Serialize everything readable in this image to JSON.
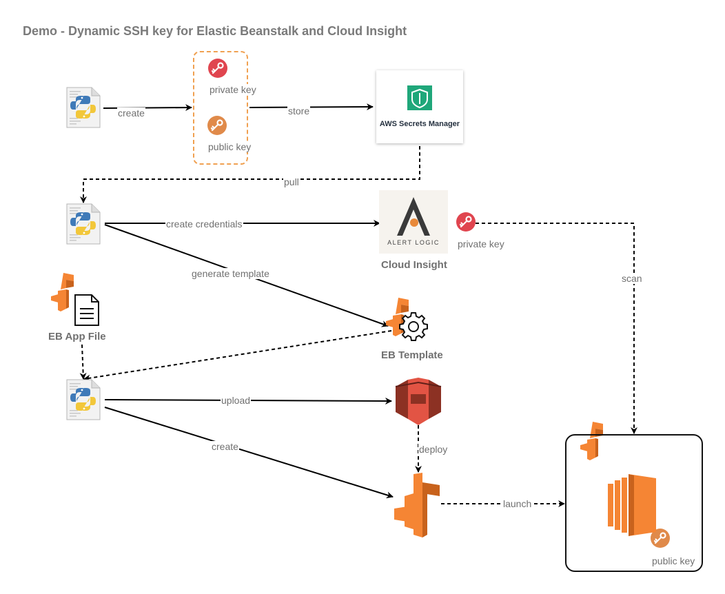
{
  "title": "Demo - Dynamic SSH key for Elastic Beanstalk and Cloud Insight",
  "nodes": {
    "private_key_top": "private key",
    "public_key_top": "public key",
    "secrets_manager": "AWS Secrets Manager",
    "cloud_insight": "Cloud Insight",
    "alert_logic": "ALERT LOGIC",
    "private_key_right": "private key",
    "eb_app_file": "EB App File",
    "eb_template": "EB Template",
    "public_key_ec2": "public key"
  },
  "edges": {
    "create_top": "create",
    "store": "store",
    "pull": "pull",
    "create_credentials": "create credentials",
    "generate_template": "generate template",
    "scan": "scan",
    "upload": "upload",
    "create_bottom": "create",
    "deploy": "deploy",
    "launch": "launch"
  },
  "colors": {
    "key_red": "#e0454f",
    "key_orange": "#e08a4a",
    "aws_orange": "#f58534",
    "s3_red": "#e25444",
    "secrets_green": "#1fa77a",
    "dashed_orange": "#f0a050"
  },
  "icons": [
    "python-script-icon",
    "key-icon",
    "secrets-manager-icon",
    "alert-logic-logo",
    "elastic-beanstalk-icon",
    "document-icon",
    "gear-icon",
    "s3-bucket-icon",
    "ec2-instance-icon"
  ]
}
